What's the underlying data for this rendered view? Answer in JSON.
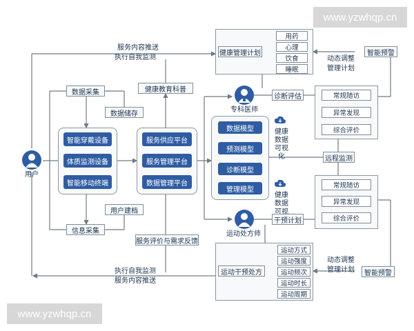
{
  "watermark": {
    "top_right": "www.yzwhqp.cn",
    "bottom_left": "www.yzwhqp.cn"
  },
  "user": {
    "label": "用户"
  },
  "collection": {
    "data_collect": "数据采集",
    "data_store": "数据储存",
    "info_collect": "信息采集",
    "user_profile": "用户建档",
    "devices": [
      "智能穿戴设备",
      "体质监测设备",
      "智能移动终端"
    ]
  },
  "top_flow": {
    "line1": "服务内容推送",
    "line2": "执行自我监测"
  },
  "bottom_flow": {
    "line1": "执行自我监测",
    "line2": "服务内容推送"
  },
  "platforms": {
    "edu": "健康教育科普",
    "items": [
      "服务供应平台",
      "服务管理平台",
      "数据管理平台"
    ],
    "feedback": "服务评价与需求反馈"
  },
  "models": {
    "items": [
      "数据模型",
      "预测模型",
      "诊断模型",
      "管理模型"
    ]
  },
  "roles": {
    "specialist": "专科医师",
    "coach": "运动处方师"
  },
  "visual": {
    "top": "健康数据可视化",
    "bottom": "健康数据可视化"
  },
  "health_plan": {
    "title": "健康管理计划",
    "items": [
      "用药",
      "心理",
      "饮食",
      "睡眠"
    ]
  },
  "diagnosis": "诊断评估",
  "intervene": "干预计划",
  "remote": "远程监测",
  "followup_top": [
    "常规随访",
    "异常发现",
    "综合评价"
  ],
  "followup_bottom": [
    "常规随访",
    "异常发现",
    "综合评价"
  ],
  "dyn_top": {
    "line1": "动态调整",
    "line2": "管理计划",
    "alert": "智能预警"
  },
  "dyn_bottom": {
    "line1": "动态调整",
    "line2": "管理计划",
    "alert": "智能预警"
  },
  "exercise": {
    "title": "运动干预处方",
    "items": [
      "运动方式",
      "运动强度",
      "运动频次",
      "运动时长",
      "运动周期"
    ]
  }
}
